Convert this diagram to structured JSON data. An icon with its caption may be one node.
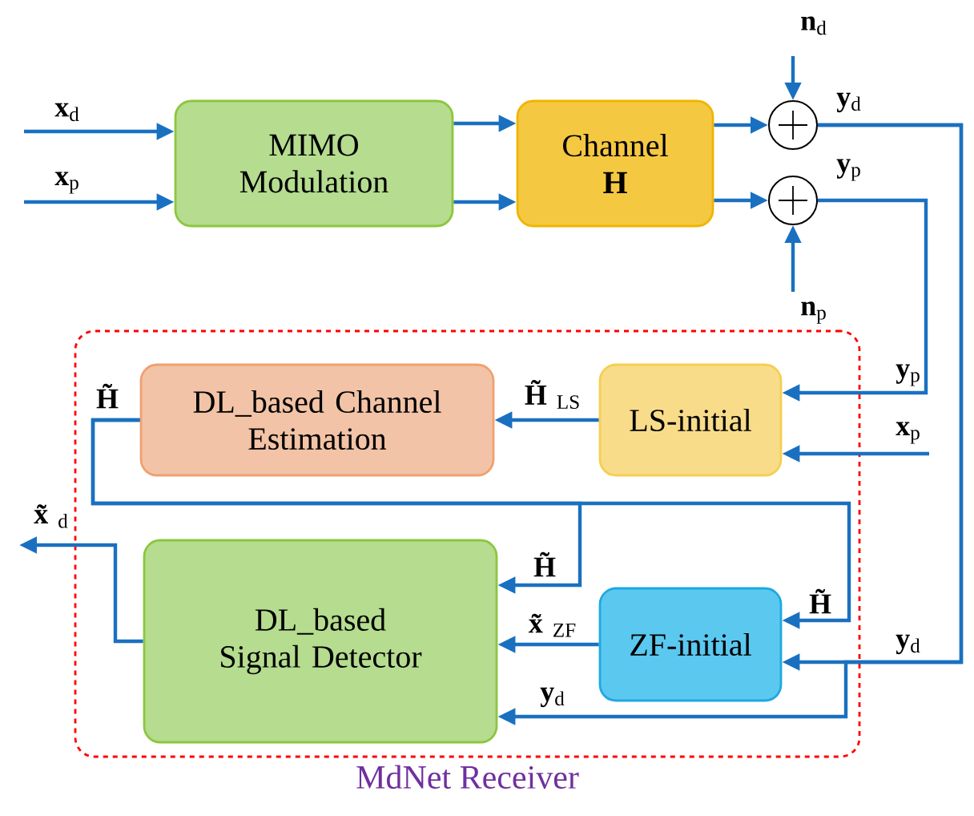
{
  "diagram": {
    "nodes": [
      {
        "text": [
          "MIMO Modulation"
        ]
      },
      {
        "text": [
          "Channel **H**"
        ]
      },
      {
        "text": [],
        "shape": "circle"
      },
      {
        "text": [],
        "shape": "circle"
      },
      {
        "text": [
          "MdNet Receiver"
        ]
      },
      {
        "text": [
          "DL_based Channel Estimation"
        ],
        "in": 4
      },
      {
        "text": [
          "LS-initial"
        ],
        "in": 4
      },
      {
        "text": [
          "DL_based Signal Detector"
        ],
        "in": 4
      },
      {
        "text": [
          "ZF-initial"
        ],
        "in": 4
      }
    ],
    "edges": [
      {
        "from": null,
        "to": 0,
        "arrow": "to",
        "label": "**x**$_{d}$"
      },
      {
        "from": null,
        "to": 0,
        "arrow": "to",
        "label": "**x**$_{p}$"
      },
      {
        "from": 0,
        "to": 1,
        "arrow": "to"
      },
      {
        "from": 0,
        "to": 1,
        "arrow": "to"
      },
      {
        "from": 1,
        "to": 2,
        "arrow": "to"
      },
      {
        "from": 1,
        "to": 3,
        "arrow": "to"
      },
      {
        "from": null,
        "to": 2,
        "arrow": "to",
        "label": "**n**$_{d}$"
      },
      {
        "from": null,
        "to": 3,
        "arrow": "to",
        "label": "**n**$_{p}$"
      },
      {
        "from": 2,
        "to": 8,
        "arrow": "to",
        "label": "**y**$_{d}$"
      },
      {
        "from": 2,
        "to": 7,
        "arrow": "to",
        "label": "**y**$_{d}$"
      },
      {
        "from": 3,
        "to": 6,
        "arrow": "to",
        "label": "**y**$_{p}$"
      },
      {
        "from": null,
        "to": 6,
        "arrow": "to",
        "label": "**x**$_{p}$"
      },
      {
        "from": 6,
        "to": 5,
        "arrow": "to",
        "label": "**H̃**$_{LS}$"
      },
      {
        "from": 5,
        "to": 7,
        "arrow": "to",
        "label": "**H̃**"
      },
      {
        "from": 5,
        "to": 8,
        "arrow": "to",
        "label": "**H̃**"
      },
      {
        "from": 8,
        "to": 7,
        "arrow": "to",
        "label": "**x̃**$_{ZF}$"
      },
      {
        "from": 7,
        "to": null,
        "arrow": "to",
        "label": "**x̃**$_{d}$"
      }
    ],
    "labels": [
      "**y**$_{d}$",
      "**y**$_{p}$",
      "**H̃**"
    ]
  }
}
